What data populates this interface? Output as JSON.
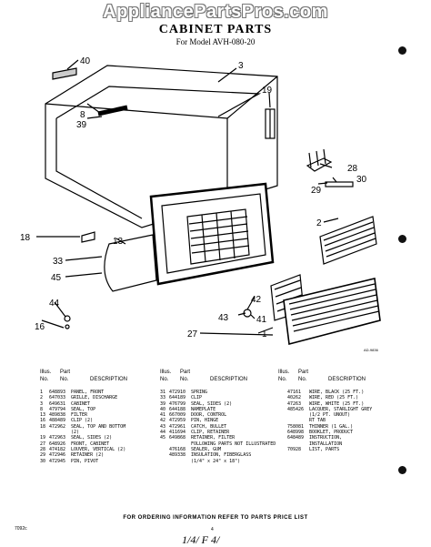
{
  "watermark": "AppliancePartsPros.com",
  "header": {
    "title": "CABINET PARTS",
    "subtitle": "For Model AVH-080-20"
  },
  "callouts": [
    "40",
    "3",
    "8",
    "39",
    "19",
    "28",
    "29",
    "30",
    "2",
    "18",
    "13",
    "33",
    "45",
    "42",
    "43",
    "41",
    "44",
    "16",
    "27",
    "1"
  ],
  "diagram_credit": "AD-9836",
  "table": {
    "col_head_illus": "Illus.",
    "col_head_no": "No.",
    "col_head_part": "Part",
    "col_head_desc": "DESCRIPTION",
    "col1": [
      {
        "no": "1",
        "part": "648893",
        "desc": "PANEL, FRONT"
      },
      {
        "no": "2",
        "part": "647033",
        "desc": "GRILLE, DISCHARGE"
      },
      {
        "no": "3",
        "part": "649631",
        "desc": "CABINET"
      },
      {
        "no": "8",
        "part": "479794",
        "desc": "SEAL, TOP"
      },
      {
        "no": "13",
        "part": "489838",
        "desc": "FILTER"
      },
      {
        "no": "16",
        "part": "488489",
        "desc": "CLIP (2)"
      },
      {
        "no": "18",
        "part": "472962",
        "desc": "SEAL, TOP AND BOTTOM"
      },
      {
        "no": "",
        "part": "",
        "desc": "(2)"
      },
      {
        "no": "19",
        "part": "472963",
        "desc": "SEAL, SIDES (2)"
      },
      {
        "no": "27",
        "part": "648926",
        "desc": "FRONT, CABINET"
      },
      {
        "no": "28",
        "part": "474182",
        "desc": "LOUVER, VERTICAL (2)"
      },
      {
        "no": "29",
        "part": "472946",
        "desc": "RETAINER (2)"
      },
      {
        "no": "30",
        "part": "472945",
        "desc": "PIN, PIVOT"
      }
    ],
    "col2": [
      {
        "no": "31",
        "part": "472910",
        "desc": "SPRING"
      },
      {
        "no": "33",
        "part": "644189",
        "desc": "CLIP"
      },
      {
        "no": "39",
        "part": "476799",
        "desc": "SEAL, SIDES (2)"
      },
      {
        "no": "40",
        "part": "644188",
        "desc": "NAMEPLATE"
      },
      {
        "no": "41",
        "part": "667009",
        "desc": "DOOR, CONTROL"
      },
      {
        "no": "42",
        "part": "472959",
        "desc": "PIN, HINGE"
      },
      {
        "no": "43",
        "part": "472961",
        "desc": "CATCH, BULLET"
      },
      {
        "no": "44",
        "part": "411694",
        "desc": "CLIP, RETAINER"
      },
      {
        "no": "45",
        "part": "649868",
        "desc": "RETAINER, FILTER"
      },
      {
        "no": "",
        "part": "",
        "desc": ""
      },
      {
        "no": "",
        "part": "",
        "desc": "FOLLOWING PARTS NOT ILLUSTRATED"
      },
      {
        "no": "",
        "part": "",
        "desc": ""
      },
      {
        "no": "",
        "part": "476168",
        "desc": "SEALER, GUM"
      },
      {
        "no": "",
        "part": "489338",
        "desc": "INSULATION, FIBERGLASS"
      },
      {
        "no": "",
        "part": "",
        "desc": "(1/4\" x 24\" x 18\")"
      }
    ],
    "col3": [
      {
        "no": "",
        "part": "47161",
        "desc": "WIRE, BLACK (25 FT.)"
      },
      {
        "no": "",
        "part": "40262",
        "desc": "WIRE, RED (25 FT.)"
      },
      {
        "no": "",
        "part": "47263",
        "desc": "WIRE, WHITE (25 FT.)"
      },
      {
        "no": "",
        "part": "485426",
        "desc": "LACQUER, STARLIGHT GREY"
      },
      {
        "no": "",
        "part": "",
        "desc": "(1/2 PT. UNOUT)"
      },
      {
        "no": "",
        "part": "",
        "desc": "RT TAB"
      },
      {
        "no": "",
        "part": "758081",
        "desc": "THINNER (1 GAL.)"
      },
      {
        "no": "",
        "part": "648998",
        "desc": "BOOKLET, PRODUCT"
      },
      {
        "no": "",
        "part": "648489",
        "desc": "INSTRUCTION,"
      },
      {
        "no": "",
        "part": "",
        "desc": "INSTALLATION"
      },
      {
        "no": "",
        "part": "70928",
        "desc": "LIST, PARTS"
      }
    ]
  },
  "footer": "FOR ORDERING INFORMATION REFER TO PARTS PRICE LIST",
  "code": "7092c",
  "page_number": "4",
  "handwriting": "1/4/ F 4/"
}
